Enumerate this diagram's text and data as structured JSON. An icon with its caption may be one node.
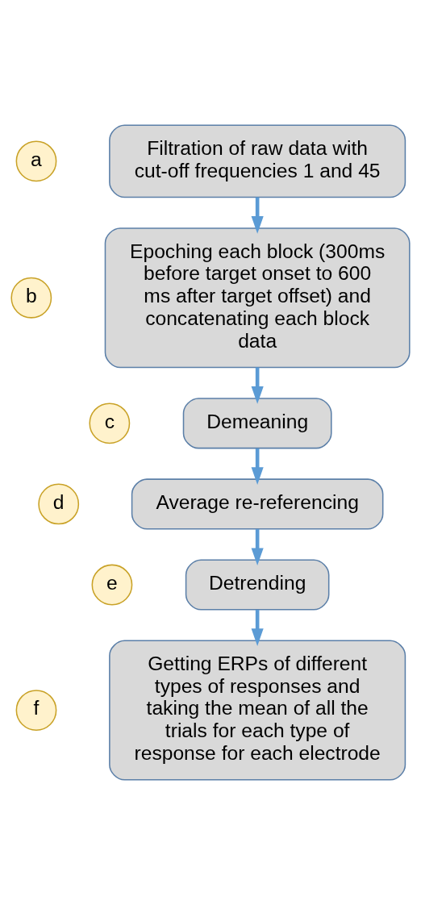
{
  "diagram": {
    "nodes": [
      {
        "text": [
          "a"
        ]
      },
      {
        "text": [
          "Filtration of raw data with cut-off frequencies 1 and 45"
        ]
      },
      {
        "text": [
          "b"
        ]
      },
      {
        "text": [
          "Epoching each block (300ms before target onset to 600 ms after target offset) and concatenating each block data"
        ]
      },
      {
        "text": [
          "c"
        ]
      },
      {
        "text": [
          "Demeaning"
        ]
      },
      {
        "text": [
          "d"
        ]
      },
      {
        "text": [
          "Average re-referencing"
        ]
      },
      {
        "text": [
          "e"
        ]
      },
      {
        "text": [
          "Detrending"
        ]
      },
      {
        "text": [
          "f"
        ]
      },
      {
        "text": [
          "Getting ERPs of different types of responses and taking the mean of all the trials for each type of response for each electrode"
        ]
      }
    ],
    "edges": [
      {
        "from": 1,
        "to": 3,
        "arrow": "to"
      },
      {
        "from": 3,
        "to": 5,
        "arrow": "to"
      },
      {
        "from": 5,
        "to": 7,
        "arrow": "to"
      },
      {
        "from": 7,
        "to": 9,
        "arrow": "to"
      },
      {
        "from": 9,
        "to": 11,
        "arrow": "to"
      }
    ]
  }
}
